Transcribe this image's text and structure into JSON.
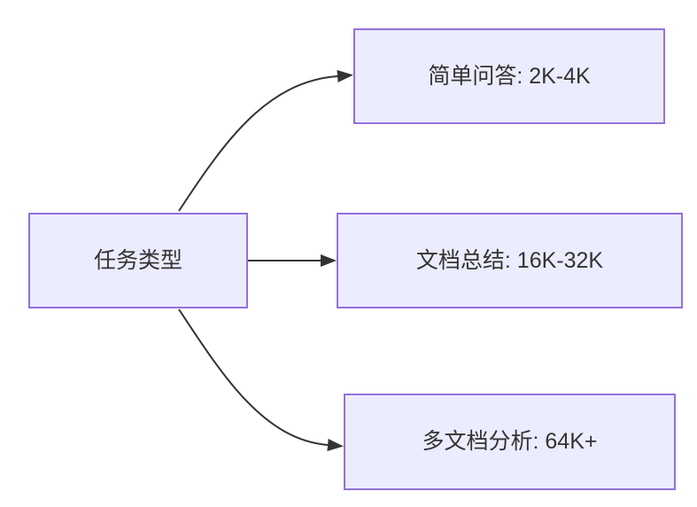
{
  "diagram": {
    "type": "flowchart-left-to-right",
    "root": {
      "id": "task-type",
      "label": "任务类型"
    },
    "branches": [
      {
        "id": "simple-qa",
        "label": "简单问答: 2K-4K"
      },
      {
        "id": "doc-summary",
        "label": "文档总结: 16K-32K"
      },
      {
        "id": "multi-doc-analysis",
        "label": "多文档分析: 64K+"
      }
    ],
    "edges": [
      {
        "from": "任务类型",
        "to": "简单问答: 2K-4K"
      },
      {
        "from": "任务类型",
        "to": "文档总结: 16K-32K"
      },
      {
        "from": "任务类型",
        "to": "多文档分析: 64K+"
      }
    ],
    "colors": {
      "node_fill": "#ECECFF",
      "node_border": "#9370DB",
      "edge": "#333333",
      "text": "#333333",
      "background": "#FFFFFF"
    }
  }
}
